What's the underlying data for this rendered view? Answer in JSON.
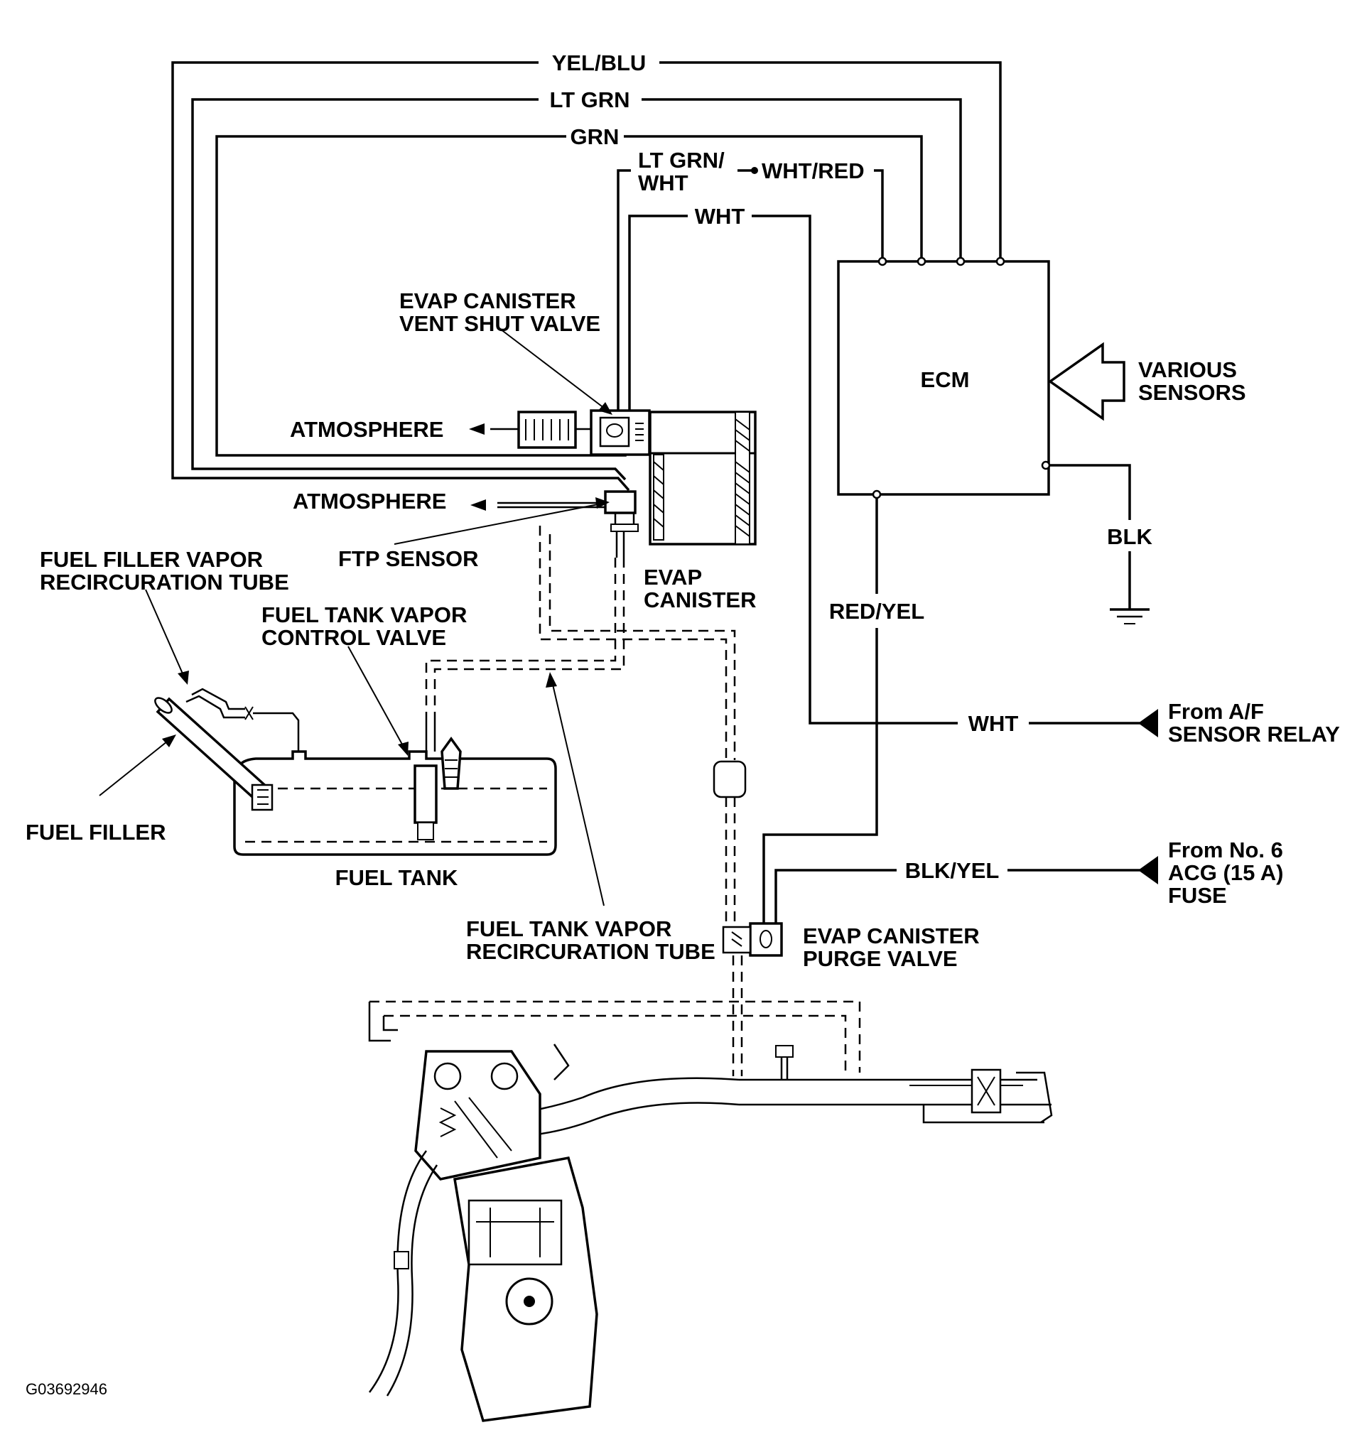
{
  "wires": {
    "yel_blu": "YEL/BLU",
    "lt_grn": "LT GRN",
    "grn": "GRN",
    "lt_grn_wht_1": "LT GRN/",
    "lt_grn_wht_2": "WHT",
    "wht_red": "WHT/RED",
    "wht_top": "WHT",
    "wht_mid": "WHT",
    "red_yel": "RED/YEL",
    "blk": "BLK",
    "blk_yel": "BLK/YEL"
  },
  "components": {
    "ecm": "ECM",
    "various_sensors": [
      "VARIOUS",
      "SENSORS"
    ],
    "vent_shut_valve": [
      "EVAP CANISTER",
      "VENT SHUT VALVE"
    ],
    "atmosphere_1": "ATMOSPHERE",
    "atmosphere_2": "ATMOSPHERE",
    "ftp_sensor": "FTP SENSOR",
    "evap_canister": [
      "EVAP",
      "CANISTER"
    ],
    "filler_vapor_tube": [
      "FUEL FILLER VAPOR",
      "RECIRCURATION TUBE"
    ],
    "tank_vapor_valve": [
      "FUEL TANK VAPOR",
      "CONTROL VALVE"
    ],
    "fuel_filler": "FUEL FILLER",
    "fuel_tank": "FUEL TANK",
    "tank_vapor_tube": [
      "FUEL TANK VAPOR",
      "RECIRCURATION TUBE"
    ],
    "purge_valve": [
      "EVAP CANISTER",
      "PURGE VALVE"
    ],
    "af_relay": [
      "From A/F",
      "SENSOR RELAY"
    ],
    "acg_fuse": [
      "From No. 6",
      "ACG (15 A)",
      "FUSE"
    ]
  },
  "figure_code": "G03692946"
}
